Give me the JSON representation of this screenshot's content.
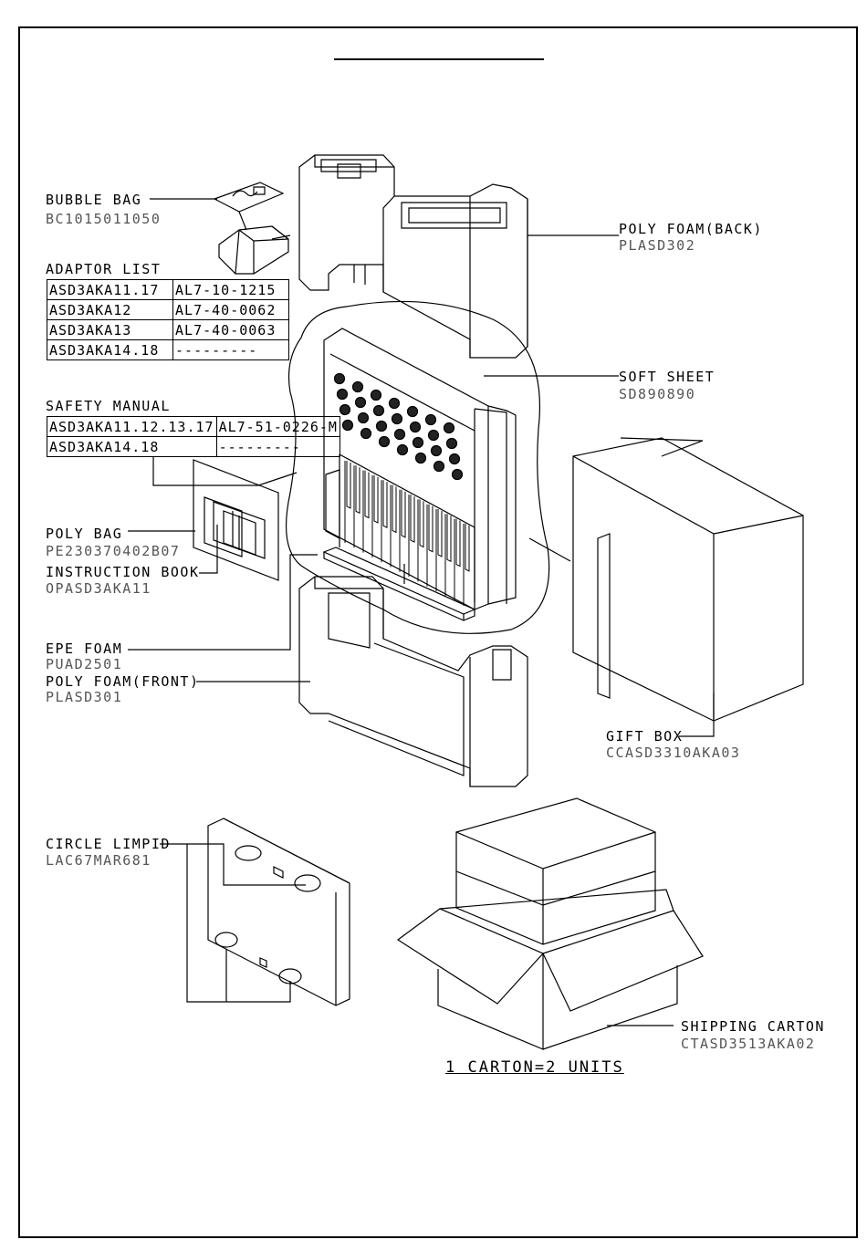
{
  "labels": {
    "bubble_bag": {
      "name": "BUBBLE BAG",
      "code": "BC1015011050"
    },
    "adaptor_list": {
      "name": "ADAPTOR LIST"
    },
    "poly_foam_back": {
      "name": "POLY FOAM(BACK)",
      "code": "PLASD302"
    },
    "soft_sheet": {
      "name": "SOFT SHEET",
      "code": "SD890890"
    },
    "safety_manual": {
      "name": "SAFETY MANUAL"
    },
    "poly_bag": {
      "name": "POLY BAG",
      "code": "PE230370402B07"
    },
    "instruction_book": {
      "name": "INSTRUCTION BOOK",
      "code": "OPASD3AKA11"
    },
    "epe_foam": {
      "name": "EPE FOAM",
      "code": "PUAD2501"
    },
    "poly_foam_front": {
      "name": "POLY FOAM(FRONT)",
      "code": "PLASD301"
    },
    "gift_box": {
      "name": "GIFT BOX",
      "code": "CCASD3310AKA03"
    },
    "circle_limpid": {
      "name": "CIRCLE LIMPID",
      "code": "LAC67MAR681"
    },
    "shipping_carton": {
      "name": "SHIPPING CARTON",
      "code": "CTASD3513AKA02"
    }
  },
  "adaptor_table": [
    [
      "ASD3AKA11.17",
      "AL7-10-1215"
    ],
    [
      "ASD3AKA12",
      "AL7-40-0062"
    ],
    [
      "ASD3AKA13",
      "AL7-40-0063"
    ],
    [
      "ASD3AKA14.18",
      "---------"
    ]
  ],
  "safety_table": [
    [
      "ASD3AKA11.12.13.17",
      "AL7-51-0226-M"
    ],
    [
      "ASD3AKA14.18",
      "---------"
    ]
  ],
  "footer": {
    "units": "1 CARTON=2 UNITS"
  }
}
